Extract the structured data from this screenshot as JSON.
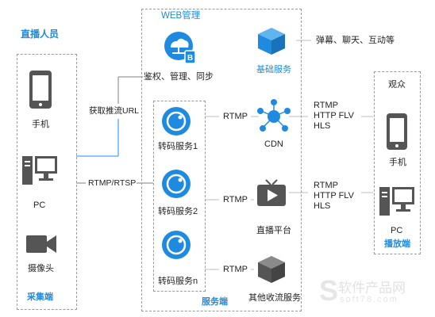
{
  "left_panel": {
    "heading": "直播人员",
    "footer": "采集端",
    "devices": [
      "手机",
      "PC",
      "摄像头"
    ]
  },
  "server_panel": {
    "web_title": "WEB管理",
    "web_caption": "鉴权、管理、同步",
    "transcode": [
      "转码服务1",
      "转码服务2",
      "转码服务n"
    ],
    "footer": "服务端"
  },
  "services": {
    "basic": "基础服务",
    "basic_desc": "弹幕、聊天、互动等",
    "cdn": "CDN",
    "live_platform": "直播平台",
    "other": "其他收流服务"
  },
  "links": {
    "get_push_url": "获取推流URL",
    "rtmp_rtsp": "RTMP/RTSP",
    "rtmp": "RTMP"
  },
  "protocols": [
    "RTMP",
    "HTTP FLV",
    "HLS"
  ],
  "viewer_panel": {
    "heading": "观众",
    "devices": [
      "手机",
      "PC"
    ],
    "footer": "播放端"
  },
  "watermark": {
    "text": "软件产品网",
    "url": "soft78.com"
  },
  "colors": {
    "accent": "#1f8be0",
    "icon_gray": "#555555",
    "dash_border": "#9a9a9a"
  }
}
